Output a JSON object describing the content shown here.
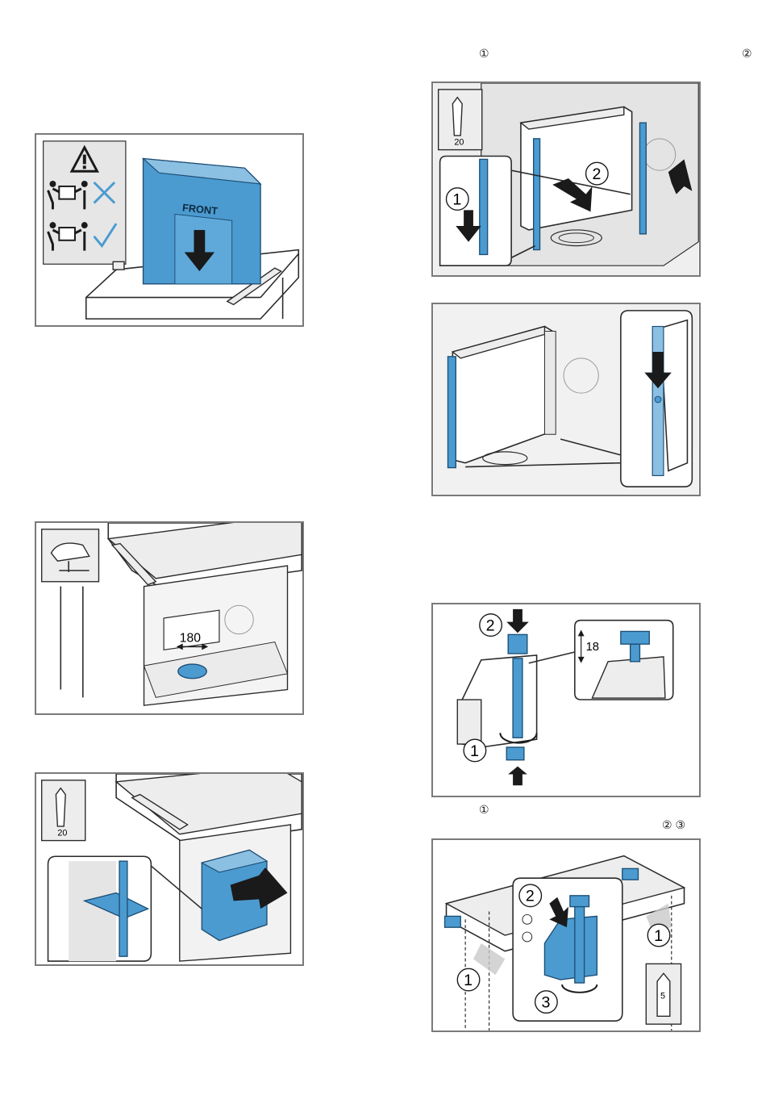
{
  "page": {
    "markers": {
      "m1_top": "①",
      "m2_top": "②",
      "m1_mid": "①",
      "m23_mid": "② ③"
    }
  },
  "figures": {
    "fig1": {
      "front_label": "FRONT"
    },
    "fig2": {
      "call1": "1",
      "call2": "2",
      "tool_size": "20"
    },
    "fig4": {
      "dimension": "180"
    },
    "fig6": {
      "call1": "1",
      "call2": "2",
      "dimension": "18"
    },
    "fig7": {
      "tool_size": "20"
    },
    "fig8": {
      "call1a": "1",
      "call1b": "1",
      "call2": "2",
      "call3": "3",
      "tool_size": "5"
    }
  },
  "colors": {
    "accent_blue": "#4b9bd1",
    "frame_grey": "#7a7a7a"
  }
}
